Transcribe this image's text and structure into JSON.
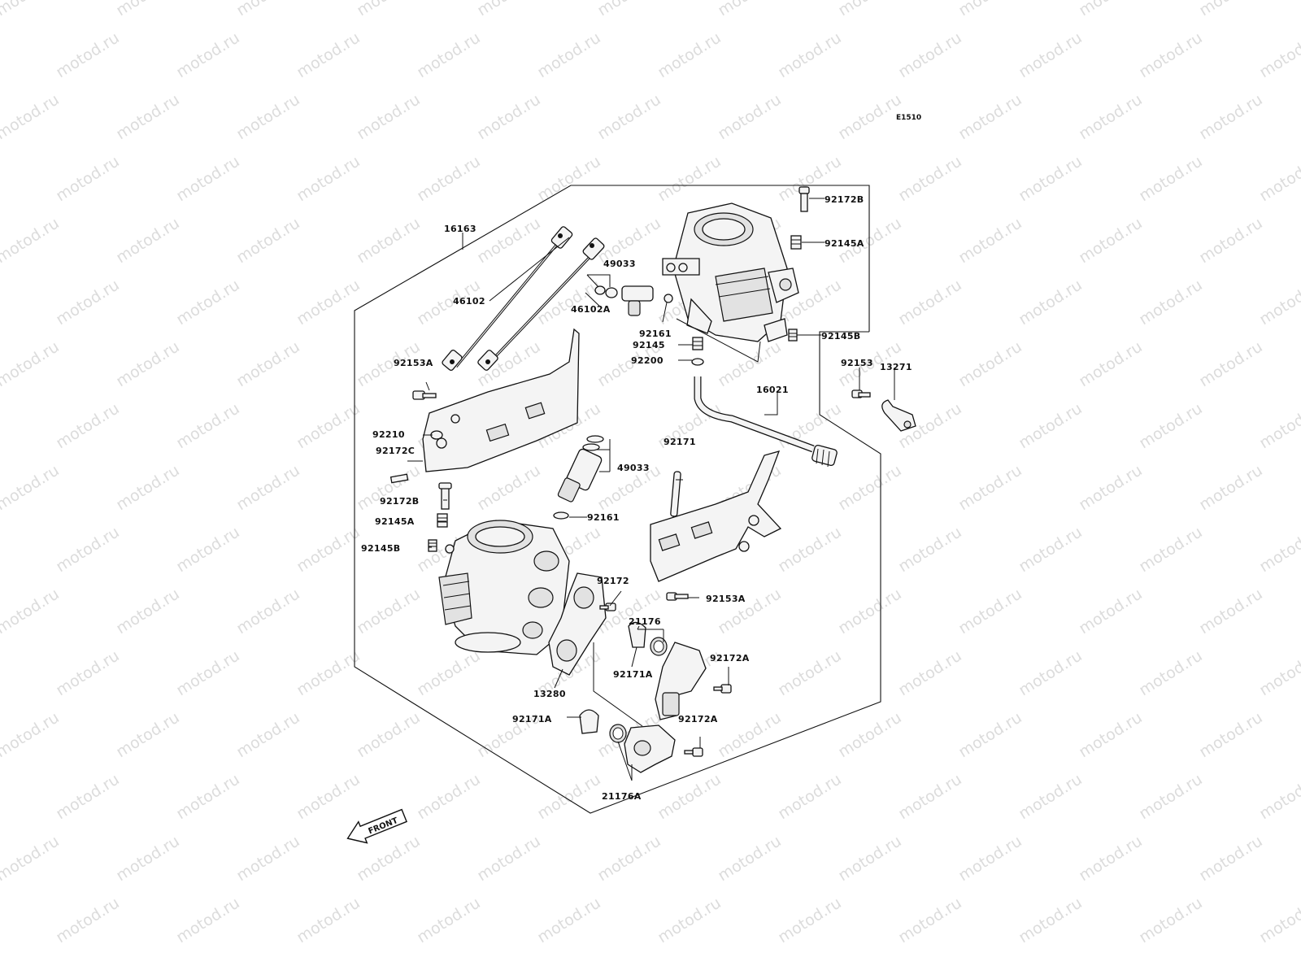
{
  "diagram_code": "E1510",
  "watermark_text": "motod.ru",
  "front_label": "FRONT",
  "colors": {
    "line": "#111111",
    "watermark": "#dcdcdc",
    "background": "#ffffff"
  },
  "callouts": [
    {
      "id": "c01",
      "label": "16163"
    },
    {
      "id": "c02",
      "label": "49033"
    },
    {
      "id": "c03",
      "label": "46102"
    },
    {
      "id": "c04",
      "label": "46102A"
    },
    {
      "id": "c05",
      "label": "92161"
    },
    {
      "id": "c06",
      "label": "92145"
    },
    {
      "id": "c07",
      "label": "92200"
    },
    {
      "id": "c08",
      "label": "92172B"
    },
    {
      "id": "c09",
      "label": "92145A"
    },
    {
      "id": "c10",
      "label": "92145B"
    },
    {
      "id": "c11",
      "label": "92153"
    },
    {
      "id": "c12",
      "label": "13271"
    },
    {
      "id": "c13",
      "label": "16021"
    },
    {
      "id": "c14",
      "label": "92153A"
    },
    {
      "id": "c15",
      "label": "92210"
    },
    {
      "id": "c16",
      "label": "92172C"
    },
    {
      "id": "c17",
      "label": "92171"
    },
    {
      "id": "c18",
      "label": "49033"
    },
    {
      "id": "c19",
      "label": "92172B"
    },
    {
      "id": "c20",
      "label": "92161"
    },
    {
      "id": "c21",
      "label": "92145A"
    },
    {
      "id": "c22",
      "label": "92145B"
    },
    {
      "id": "c23",
      "label": "92172"
    },
    {
      "id": "c24",
      "label": "92153A"
    },
    {
      "id": "c25",
      "label": "21176"
    },
    {
      "id": "c26",
      "label": "92172A"
    },
    {
      "id": "c27",
      "label": "92171A"
    },
    {
      "id": "c28",
      "label": "13280"
    },
    {
      "id": "c29",
      "label": "92171A"
    },
    {
      "id": "c30",
      "label": "92172A"
    },
    {
      "id": "c31",
      "label": "21176A"
    }
  ]
}
